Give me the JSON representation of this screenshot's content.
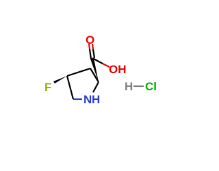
{
  "molecule": {
    "atoms": {
      "fluorine": "F",
      "nitrogen": "N",
      "nitrogen_hydrogen": "H",
      "carbonyl_oxygen": "O",
      "hydroxyl": "OH",
      "hcl_hydrogen": "H",
      "chlorine": "Cl"
    }
  },
  "colors": {
    "fluorine": "#8db300",
    "nitrogen": "#2a3bcc",
    "oxygen": "#e60000",
    "hydrogen": "#7f7f7f",
    "chlorine": "#00b000",
    "carbon_bond": "#000000"
  }
}
